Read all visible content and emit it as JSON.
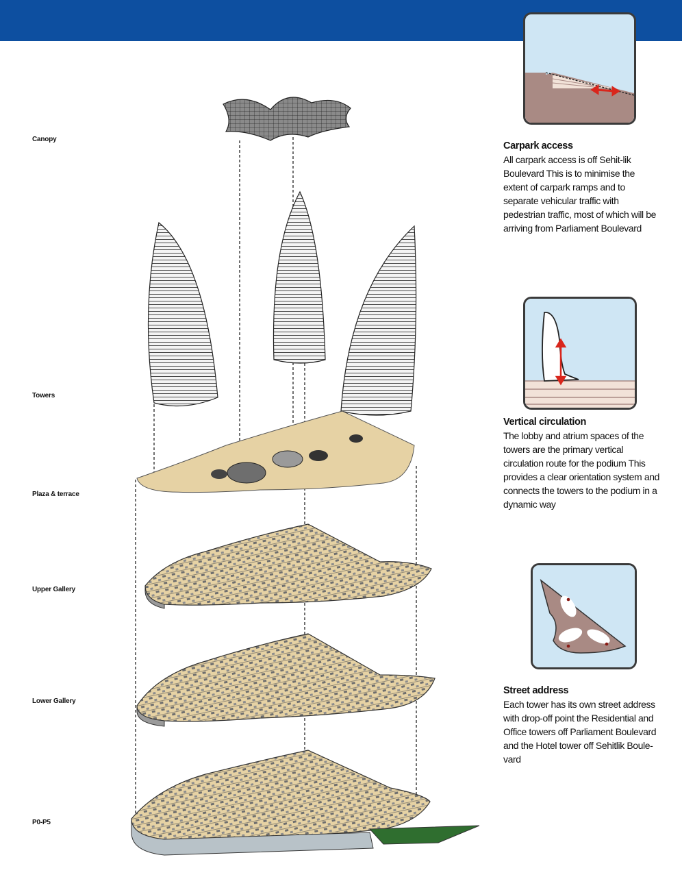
{
  "layers": {
    "canopy": "Canopy",
    "towers": "Towers",
    "plaza": "Plaza & terrace",
    "upper": "Upper Gallery",
    "lower": "Lower Gallery",
    "p0": "P0-P5"
  },
  "notes": {
    "carpark": {
      "title": "Carpark access",
      "text": "All carpark access is off Sehit-lik Boulevard This is to minimise the extent of carpark ramps and to separate vehicular traffic with pedestrian traffic, most of which will be arriving from Parliament Boulevard"
    },
    "vertical": {
      "title": "Vertical circulation",
      "text": "The lobby and atrium spaces of the towers are the primary vertical circulation route for the podium This provides a clear orientation system and connects the towers to the podium in a dynamic way"
    },
    "street": {
      "title": "Street address",
      "text": "Each tower has its own street address with drop-off point the Residential and Office towers off Parliament Boulevard and the Hotel tower off Sehitlik Boule-vard"
    }
  },
  "colors": {
    "header_blue": "#0d4fa0",
    "sky": "#cfe6f4",
    "ground": "#a98a84",
    "floor": "#e6d2a4",
    "arrow": "#d9261c",
    "landscape": "#2f6e2f"
  }
}
